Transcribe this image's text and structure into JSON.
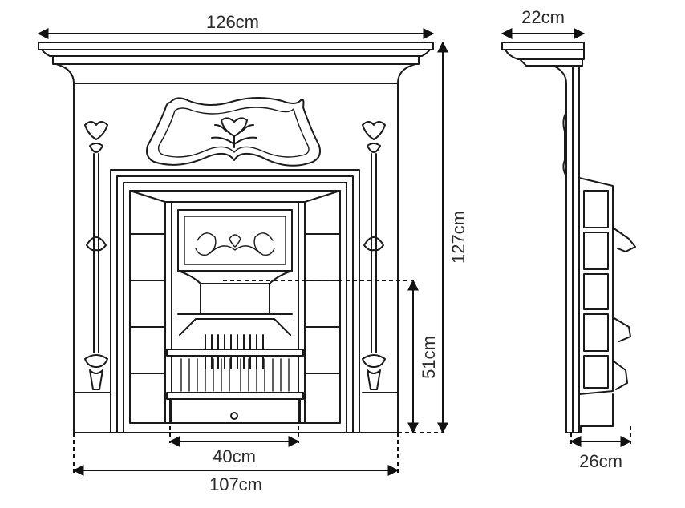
{
  "dimensions": {
    "front_width_top": "126cm",
    "front_height": "127cm",
    "front_width_base": "107cm",
    "grate_width": "40cm",
    "opening_height": "51cm",
    "side_top_depth": "22cm",
    "side_base_depth": "26cm"
  },
  "colors": {
    "line": "#1a1a1a",
    "label": "#2a2a2a",
    "background": "#ffffff"
  }
}
